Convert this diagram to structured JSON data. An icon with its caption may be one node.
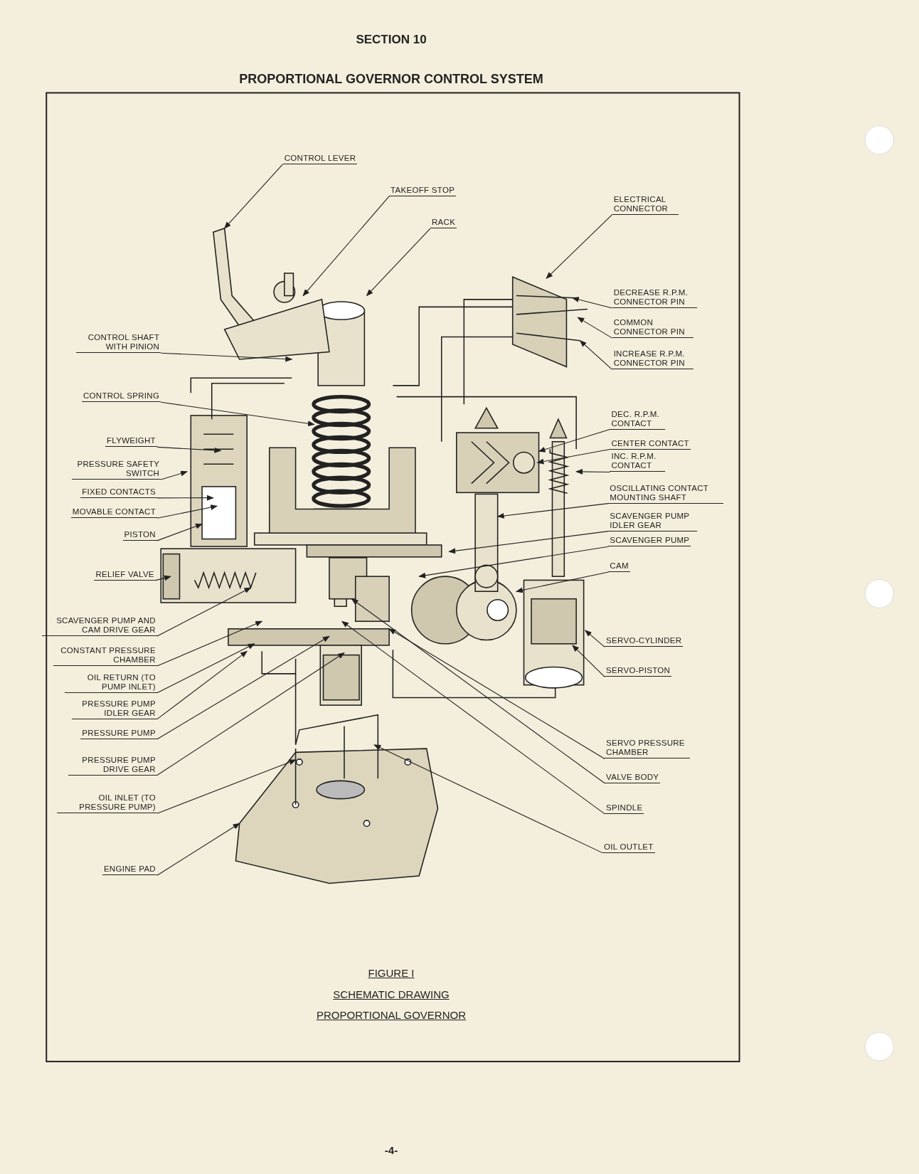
{
  "diagram": {
    "title": "PROPORTIONAL GOVERNOR CONTROL SYSTEM",
    "nodes": [
      {
        "text": [
          "CONTROL LEVER"
        ]
      },
      {
        "text": [
          "TAKEOFF STOP"
        ]
      },
      {
        "text": [
          "RACK"
        ]
      },
      {
        "text": [
          "ELECTRICAL CONNECTOR"
        ]
      },
      {
        "text": [
          "DECREASE R.P.M. CONNECTOR PIN"
        ]
      },
      {
        "text": [
          "COMMON CONNECTOR PIN"
        ]
      },
      {
        "text": [
          "INCREASE R.P.M. CONNECTOR PIN"
        ]
      },
      {
        "text": [
          "CONTROL SHAFT WITH PINION"
        ]
      },
      {
        "text": [
          "CONTROL SPRING"
        ]
      },
      {
        "text": [
          "FLYWEIGHT"
        ]
      },
      {
        "text": [
          "PRESSURE SAFETY SWITCH"
        ]
      },
      {
        "text": [
          "FIXED CONTACTS"
        ]
      },
      {
        "text": [
          "MOVABLE CONTACT"
        ]
      },
      {
        "text": [
          "PISTON"
        ]
      },
      {
        "text": [
          "RELIEF VALVE"
        ]
      },
      {
        "text": [
          "SCAVENGER PUMP AND CAM DRIVE GEAR"
        ]
      },
      {
        "text": [
          "CONSTANT PRESSURE CHAMBER"
        ]
      },
      {
        "text": [
          "OIL RETURN (TO PUMP INLET)"
        ]
      },
      {
        "text": [
          "PRESSURE PUMP IDLER GEAR"
        ]
      },
      {
        "text": [
          "PRESSURE PUMP"
        ]
      },
      {
        "text": [
          "PRESSURE PUMP DRIVE GEAR"
        ]
      },
      {
        "text": [
          "OIL INLET (TO PRESSURE PUMP)"
        ]
      },
      {
        "text": [
          "ENGINE PAD"
        ]
      },
      {
        "text": [
          "DEC. R.P.M. CONTACT"
        ]
      },
      {
        "text": [
          "CENTER CONTACT"
        ]
      },
      {
        "text": [
          "INC. R.P.M. CONTACT"
        ]
      },
      {
        "text": [
          "OSCILLATING CONTACT MOUNTING SHAFT"
        ]
      },
      {
        "text": [
          "SCAVENGER PUMP IDLER GEAR"
        ]
      },
      {
        "text": [
          "SCAVENGER PUMP"
        ]
      },
      {
        "text": [
          "CAM"
        ]
      },
      {
        "text": [
          "SERVO-CYLINDER"
        ]
      },
      {
        "text": [
          "SERVO-PISTON"
        ]
      },
      {
        "text": [
          "SERVO PRESSURE CHAMBER"
        ]
      },
      {
        "text": [
          "VALVE BODY"
        ]
      },
      {
        "text": [
          "SPINDLE"
        ]
      },
      {
        "text": [
          "OIL OUTLET"
        ]
      }
    ],
    "edges": [
      {
        "from": 0,
        "to": null,
        "arrow": "to"
      },
      {
        "from": 1,
        "to": null,
        "arrow": "to"
      },
      {
        "from": 2,
        "to": null,
        "arrow": "to"
      },
      {
        "from": 3,
        "to": null,
        "arrow": "to"
      },
      {
        "from": 4,
        "to": null,
        "arrow": "to"
      },
      {
        "from": 5,
        "to": null,
        "arrow": "to"
      },
      {
        "from": 6,
        "to": null,
        "arrow": "to"
      },
      {
        "from": 7,
        "to": null,
        "arrow": "to"
      },
      {
        "from": 8,
        "to": null,
        "arrow": "to"
      },
      {
        "from": 9,
        "to": null,
        "arrow": "to"
      },
      {
        "from": 10,
        "to": null,
        "arrow": "to"
      },
      {
        "from": 11,
        "to": null,
        "arrow": "to"
      },
      {
        "from": 12,
        "to": null,
        "arrow": "to"
      },
      {
        "from": 13,
        "to": null,
        "arrow": "to"
      },
      {
        "from": 14,
        "to": null,
        "arrow": "to"
      },
      {
        "from": 15,
        "to": null,
        "arrow": "to"
      },
      {
        "from": 16,
        "to": null,
        "arrow": "to"
      },
      {
        "from": 17,
        "to": null,
        "arrow": "to"
      },
      {
        "from": 18,
        "to": null,
        "arrow": "to"
      },
      {
        "from": 19,
        "to": null,
        "arrow": "to"
      },
      {
        "from": 20,
        "to": null,
        "arrow": "to"
      },
      {
        "from": 21,
        "to": null,
        "arrow": "to"
      },
      {
        "from": 22,
        "to": null,
        "arrow": "to"
      },
      {
        "from": 23,
        "to": null,
        "arrow": "to"
      },
      {
        "from": 24,
        "to": null,
        "arrow": "to"
      },
      {
        "from": 25,
        "to": null,
        "arrow": "to"
      },
      {
        "from": 26,
        "to": null,
        "arrow": "to"
      },
      {
        "from": 27,
        "to": null,
        "arrow": "to"
      },
      {
        "from": 28,
        "to": null,
        "arrow": "to"
      },
      {
        "from": 29,
        "to": null,
        "arrow": "to"
      },
      {
        "from": 30,
        "to": null,
        "arrow": "to"
      },
      {
        "from": 31,
        "to": null,
        "arrow": "to"
      },
      {
        "from": 32,
        "to": null,
        "arrow": "to"
      },
      {
        "from": 33,
        "to": null,
        "arrow": "to"
      },
      {
        "from": 34,
        "to": null,
        "arrow": "to"
      },
      {
        "from": 35,
        "to": null,
        "arrow": "to"
      }
    ],
    "labels": [
      "SECTION 10",
      "FIGURE I",
      "SCHEMATIC DRAWING",
      "PROPORTIONAL GOVERNOR",
      "-4-"
    ]
  }
}
